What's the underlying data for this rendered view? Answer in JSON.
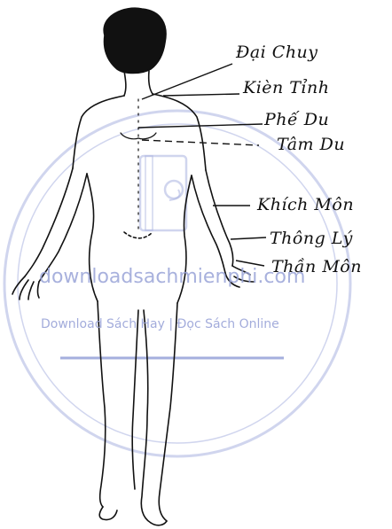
{
  "labels": {
    "dai_chuy": "Đại Chuy",
    "kien_tinh": "Kièn Tỉnh",
    "phe_du": "Phế Du",
    "tam_du": "Tâm Du",
    "khich_mon": "Khích Môn",
    "thong_ly": "Thông Lý",
    "than_mon": "Thần Môn"
  },
  "watermark": {
    "url": "downloadsachmienphi.com",
    "tagline": "Download Sách Hay | Đọc Sách Online",
    "color": "#9aa4d8"
  },
  "figure": {
    "subject": "human-back-view",
    "line_color": "#111111"
  }
}
